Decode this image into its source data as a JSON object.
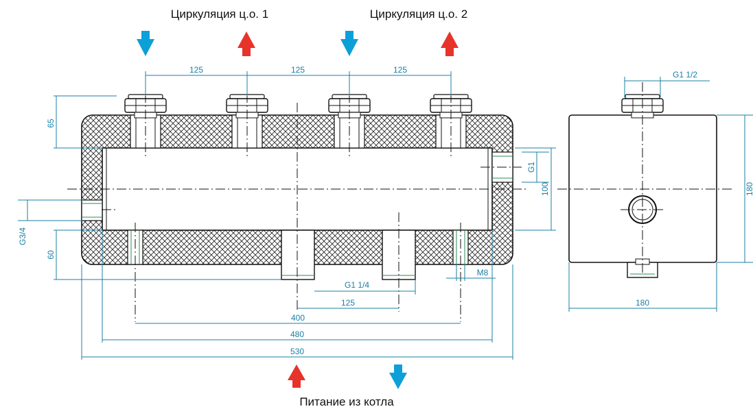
{
  "labels": {
    "circuit1": "Циркуляция ц.о. 1",
    "circuit2": "Циркуляция ц.о. 2",
    "boiler": "Питание из котла"
  },
  "dimensions": {
    "spacing1": "125",
    "spacing2": "125",
    "spacing3": "125",
    "top_height": "65",
    "bottom_height": "60",
    "side_thread": "G3/4",
    "right_thread": "G1",
    "body_height": "100",
    "bottom_thread": "G1 1/4",
    "bottom_spacing": "125",
    "mount_span": "400",
    "body_length": "480",
    "total_length": "530",
    "mount_thread": "M8",
    "side_top_thread": "G1 1/2",
    "side_width": "180",
    "side_height": "180"
  },
  "colors": {
    "supply": "#e8332a",
    "return": "#0da0d8",
    "dimension": "#1a7fa3"
  }
}
